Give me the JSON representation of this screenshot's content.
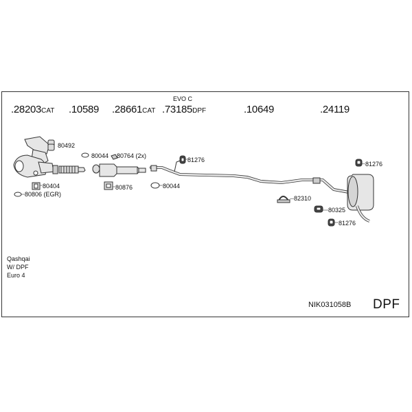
{
  "header_parts": [
    {
      "number": ".28203",
      "suffix": "CAT"
    },
    {
      "number": ".10589",
      "suffix": ""
    },
    {
      "number": ".28661",
      "suffix": "CAT"
    },
    {
      "number": ".73185",
      "suffix": "DPF"
    },
    {
      "number": ".10649",
      "suffix": ""
    },
    {
      "number": ".24119",
      "suffix": ""
    }
  ],
  "variant_note": "EVO C",
  "part_labels": {
    "p80492": "80492",
    "p80044a": "80044",
    "p80764": "80764 (2x)",
    "p81276a": "81276",
    "p81276b": "81276",
    "p81276c": "81276",
    "p80404": "80404",
    "p80806": "80806 (EGR)",
    "p80876": "80876",
    "p80044b": "80044",
    "p82310": "82310",
    "p80325": "80325"
  },
  "vehicle": {
    "model": "Qashqai",
    "equipment": "W/ DPF",
    "emission": "Euro 4"
  },
  "kit_number": "NIK031058B",
  "kit_type": "DPF",
  "colors": {
    "line": "#333333",
    "fill": "#e6e6e6",
    "dark": "#444444"
  }
}
